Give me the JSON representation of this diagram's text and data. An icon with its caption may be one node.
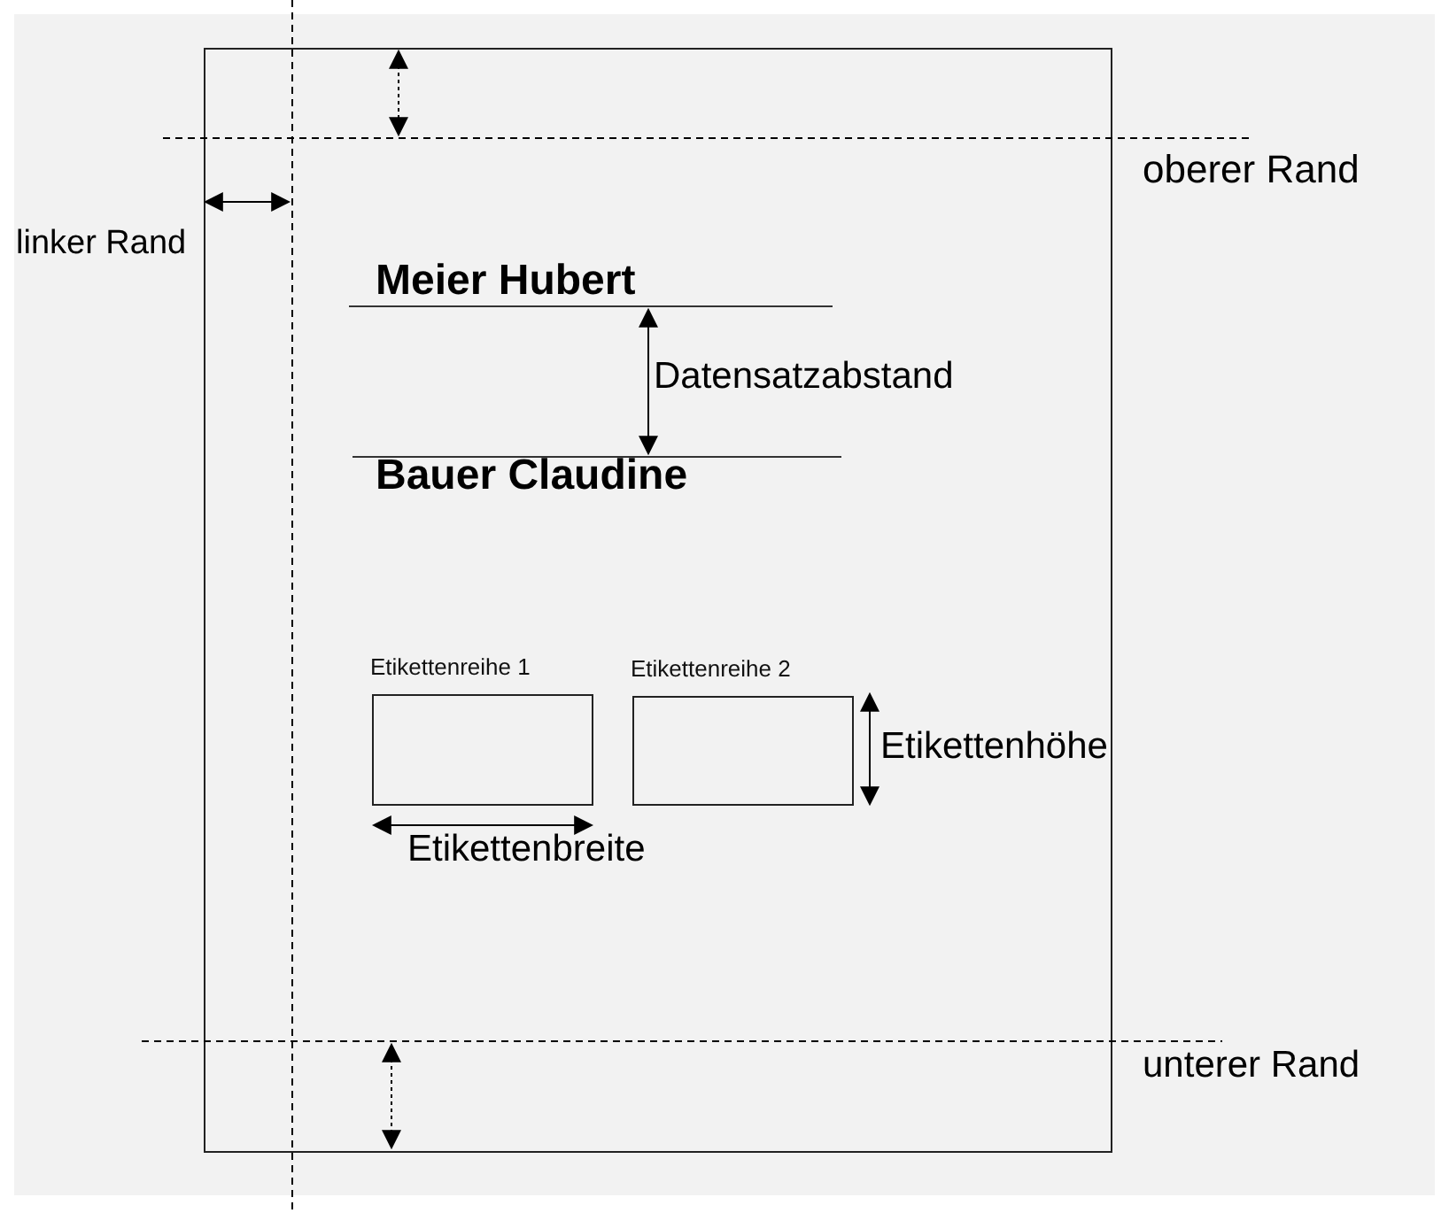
{
  "diagram": {
    "nodes": [
      {
        "text": [],
        "shape": "box"
      },
      {
        "text": [
          "Etikettenreihe 1"
        ],
        "in": 0
      },
      {
        "text": [
          "Etikettenreihe 2"
        ],
        "in": 0
      }
    ],
    "labels": [
      "oberer Rand",
      "linker Rand",
      "Meier Hubert",
      "Datensatzabstand",
      "Bauer Claudine",
      "Etikettenhöhe",
      "Etikettenbreite",
      "unterer Rand"
    ]
  }
}
